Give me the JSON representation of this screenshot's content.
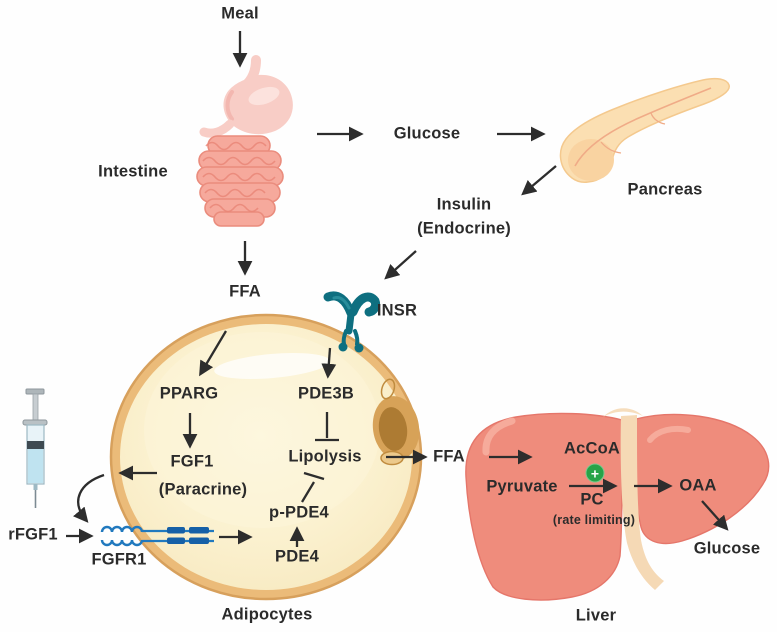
{
  "figure": {
    "type": "metabolic-pathway-diagram",
    "organ_labels": [
      "Intestine",
      "Pancreas",
      "Adipocytes",
      "Liver"
    ]
  },
  "labels": {
    "meal": "Meal",
    "intestine": "Intestine",
    "glucose_top": "Glucose",
    "pancreas": "Pancreas",
    "insulin": "Insulin",
    "insulin_mode": "(Endocrine)",
    "insr": "INSR",
    "ffa_top": "FFA",
    "pparg": "PPARG",
    "fgf1": "FGF1",
    "fgf1_mode": "(Paracrine)",
    "pde3b": "PDE3B",
    "lipolysis": "Lipolysis",
    "p_pde4": "p-PDE4",
    "pde4": "PDE4",
    "fgfr1": "FGFR1",
    "rfgf1": "rFGF1",
    "adipocytes": "Adipocytes",
    "ffa_liver": "FFA",
    "accoa": "AcCoA",
    "pyruvate": "Pyruvate",
    "pc": "PC",
    "rate_limiting": "(rate limiting)",
    "oaa": "OAA",
    "glucose_liver": "Glucose",
    "liver": "Liver"
  },
  "icons": {
    "plus_glyph": "+",
    "syringe": "syringe-icon",
    "insr_receptor": "insr-receptor-icon",
    "fgfr1_receptor": "fgfr1-receptor-icon"
  },
  "colors": {
    "arrow": "#2d2d2d",
    "text": "#2b2b2b",
    "adipocyte_ring": "#ebbb79",
    "adipocyte_fill": "#faf0cd",
    "lipid_droplet": "#ad7b33",
    "insr_teal": "#0e6f80",
    "fgfr1_blue": "#2179be",
    "fgfr1_dark_blue": "#1660a7",
    "liver_red": "#ef8c7c",
    "liver_band": "#f5d9b5",
    "pancreas_fill": "#fbdfb2",
    "stomach_pink": "#f8cdc6",
    "intestine_salmon": "#f6a99c",
    "plus_green": "#27a348",
    "syringe_liquid": "#bfe3f0"
  },
  "relationships": [
    {
      "from": "Meal",
      "to": "Intestine",
      "type": "arrow"
    },
    {
      "from": "Intestine",
      "to": "Glucose",
      "type": "arrow"
    },
    {
      "from": "Intestine",
      "to": "FFA",
      "type": "arrow"
    },
    {
      "from": "Glucose",
      "to": "Pancreas",
      "type": "arrow"
    },
    {
      "from": "Pancreas",
      "to": "Insulin (Endocrine)",
      "type": "arrow"
    },
    {
      "from": "Insulin (Endocrine)",
      "to": "INSR",
      "type": "arrow"
    },
    {
      "from": "INSR",
      "to": "PDE3B",
      "type": "arrow"
    },
    {
      "from": "FFA",
      "to": "PPARG",
      "type": "arrow"
    },
    {
      "from": "PPARG",
      "to": "FGF1 (Paracrine)",
      "type": "arrow"
    },
    {
      "from": "FGF1 (Paracrine)",
      "to": "FGFR1",
      "type": "arrow"
    },
    {
      "from": "rFGF1",
      "to": "FGFR1",
      "type": "arrow"
    },
    {
      "from": "FGFR1",
      "to": "PDE4",
      "type": "arrow"
    },
    {
      "from": "PDE4",
      "to": "p-PDE4",
      "type": "arrow"
    },
    {
      "from": "PDE3B",
      "to": "Lipolysis",
      "type": "inhibition"
    },
    {
      "from": "p-PDE4",
      "to": "Lipolysis",
      "type": "inhibition"
    },
    {
      "from": "Adipocytes",
      "to": "FFA",
      "type": "arrow"
    },
    {
      "from": "FFA",
      "to": "Liver (AcCoA)",
      "type": "arrow"
    },
    {
      "from": "AcCoA",
      "to": "PC",
      "type": "activation"
    },
    {
      "from": "Pyruvate",
      "to": "OAA",
      "type": "arrow",
      "via": "PC (rate limiting)"
    },
    {
      "from": "OAA",
      "to": "Glucose",
      "type": "arrow"
    }
  ]
}
